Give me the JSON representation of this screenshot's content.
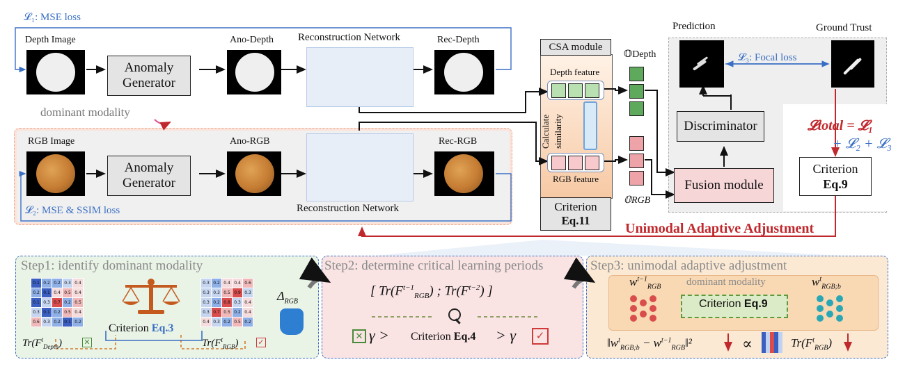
{
  "top": {
    "loss1": "𝓛₁: MSE loss",
    "depth_image": "Depth Image",
    "anomaly_generator": [
      "Anomaly",
      "Generator"
    ],
    "ano_depth": "Ano-Depth",
    "reconstruction_network": "Reconstruction Network",
    "rec_depth": "Rec-Depth",
    "dominant_modality": "dominant modality"
  },
  "rgb": {
    "rgb_image": "RGB Image",
    "anomaly_generator": [
      "Anomaly",
      "Generator"
    ],
    "ano_rgb": "Ano-RGB",
    "rec_rgb": "Rec-RGB",
    "reconstruction_network": "Reconstruction Network",
    "loss2": "𝓛₂: MSE & SSIM loss"
  },
  "csa": {
    "title": "CSA module",
    "depth_feature": "Depth feature",
    "rgb_feature": "RGB  feature",
    "calculate_similarity": [
      "Calculate",
      "similarity"
    ],
    "criterion": "Criterion",
    "criterion_eq": "Eq.11",
    "o_depth": "𝕆Depth",
    "o_rgb": "𝕆RGB"
  },
  "right": {
    "prediction": "Prediction",
    "ground_truth": "Ground Trust",
    "loss3": "𝓛₃: Focal loss",
    "discriminator": "Discriminator",
    "fusion_module": "Fusion module",
    "total_loss_line1": "𝓛total = 𝓛₁",
    "total_loss_line2": "+ 𝓛₂ + 𝓛₃",
    "criterion": "Criterion",
    "criterion_eq": "Eq.9",
    "unimodal_adjustment": "Unimodal Adaptive Adjustment"
  },
  "step1": {
    "title": "Step1: identify dominant modality",
    "criterion": "Criterion ",
    "criterion_eq": "Eq.3",
    "tr_depth": "Tr(F",
    "tr_depth_sub": "Depth",
    "tr_rgb": "Tr(F",
    "tr_rgb_sub": "RGB",
    "delta": "Δ",
    "delta_sub": "RGB",
    "heat_left": [
      [
        "0.1",
        "0.2",
        "0.2",
        "0.3",
        "0.4"
      ],
      [
        "0.2",
        "0.1",
        "0.4",
        "0.5",
        "0.4"
      ],
      [
        "0.1",
        "0.3",
        "0.7",
        "0.2",
        "0.5"
      ],
      [
        "0.3",
        "0.1",
        "0.2",
        "0.5",
        "0.4"
      ],
      [
        "0.6",
        "0.3",
        "0.2",
        "0.1",
        "0.2"
      ]
    ],
    "heat_right": [
      [
        "0.3",
        "0.2",
        "0.4",
        "0.4",
        "0.6"
      ],
      [
        "0.3",
        "0.3",
        "0.5",
        "0.9",
        "0.3"
      ],
      [
        "0.3",
        "0.2",
        "0.8",
        "0.3",
        "0.4"
      ],
      [
        "0.3",
        "0.7",
        "0.5",
        "0.2",
        "0.4"
      ],
      [
        "0.4",
        "0.3",
        "0.2",
        "0.5",
        "0.2"
      ]
    ]
  },
  "step2": {
    "title": "Step2: determine critical learning periods",
    "formula": "[ Tr(F",
    "sup1": "t−1",
    "sep": ") ;  Tr(F",
    "sup2": "t−2",
    "end": ") ]",
    "sub": "RGB",
    "gamma": "γ >",
    "criterion": "Criterion ",
    "criterion_eq": "Eq.4",
    "gamma2": "> γ"
  },
  "step3": {
    "title": "Step3: unimodal adaptive adjustment",
    "w_left": "w",
    "w_left_sup": "t−1",
    "w_left_sub": "RGB",
    "dominant_modality": "dominant modality",
    "criterion": "Criterion ",
    "criterion_eq": "Eq.9",
    "w_right": "w",
    "w_right_sup": "t",
    "w_right_sub": "RGB;b",
    "norm_expr": "‖w",
    "norm_sub1": "RGB;b",
    "norm_mid": " − w",
    "norm_sub2": "RGB",
    "norm_end": "‖²",
    "propto": "∝",
    "tr": "Tr(F",
    "tr_sub": "RGB"
  },
  "colors": {
    "blue": "#3a6fc4",
    "red": "#c0282d",
    "green_feature": "#5ea95c",
    "pink_feature": "#eea3a9",
    "step_border": "#3a6fc4",
    "rgb_panel_border": "#f0a58a"
  }
}
